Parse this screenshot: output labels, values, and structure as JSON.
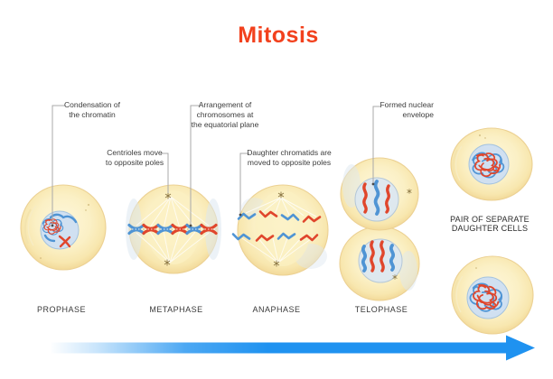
{
  "title": {
    "text": "Mitosis"
  },
  "callouts": {
    "condensation": "Condensation of\nthe chromatin",
    "centrioles": "Centrioles move\nto opposite poles",
    "arrangement": "Arrangement of\nchromosomes at\nthe equatorial plane",
    "daughter_chromatids": "Daughter chromatids are\nmoved to opposite poles",
    "nuclear_envelope": "Formed nuclear\nenvelope"
  },
  "stage_labels": [
    "PROPHASE",
    "METAPHASE",
    "ANAPHASE",
    "TELOPHASE"
  ],
  "pair_label": "PAIR OF SEPARATE\nDAUGHTER CELLS",
  "colors": {
    "title_color": "#f2411d",
    "arrow_color": "#1f92f0",
    "chromosome_red": "#e0462c",
    "chromosome_blue": "#4f94d4",
    "cell_fill": "#fbf0c5",
    "cell_edge": "#ecd193",
    "nucleus_fill": "#d0e0f1",
    "nucleus_edge": "#a4c3df",
    "callout_line": "#a9a9a9",
    "text_color": "#3c3c3c"
  }
}
